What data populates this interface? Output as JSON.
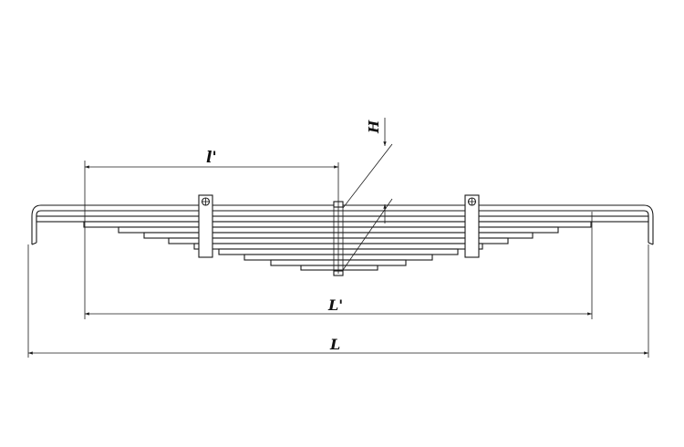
{
  "diagram": {
    "dimensions": {
      "small_l": "l'",
      "big_l_prime": "L'",
      "big_l": "L",
      "height": "H"
    }
  }
}
